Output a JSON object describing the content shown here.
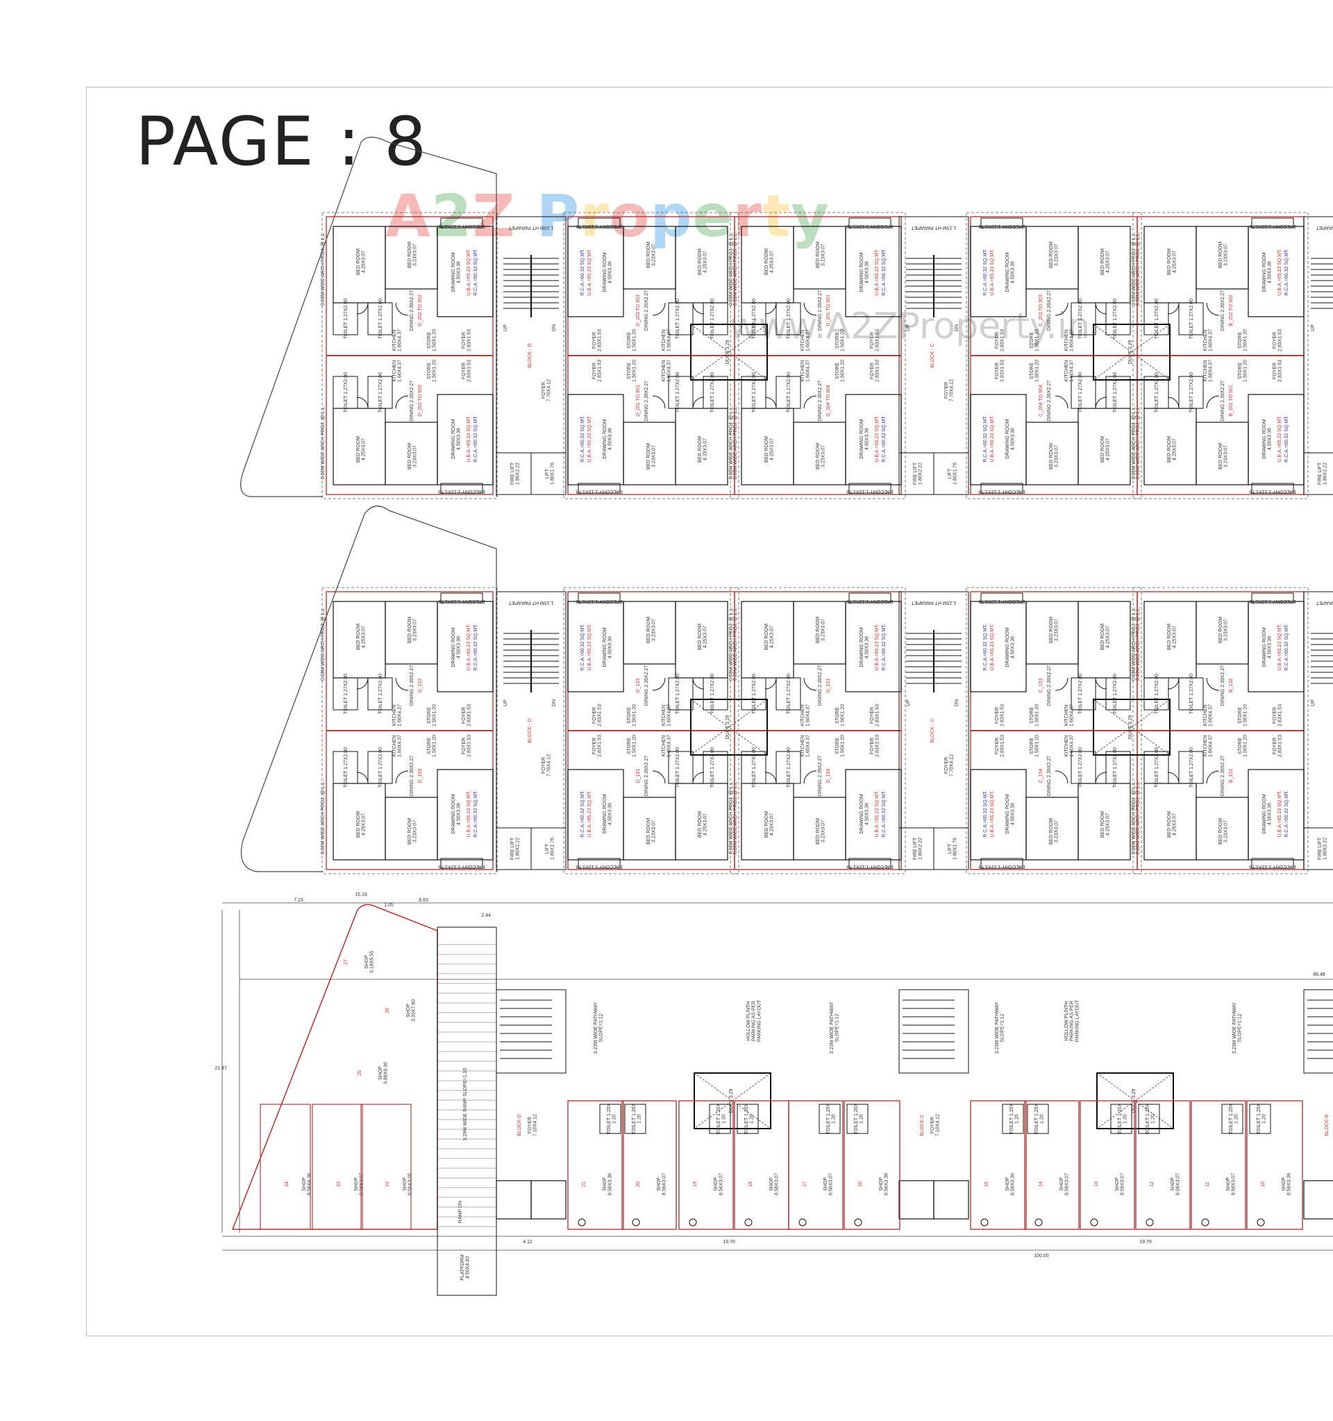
{
  "page_title": "PAGE : 8",
  "watermark": {
    "brand": "A2Z Property",
    "url": "www.A2ZProperty.in",
    "letters": [
      {
        "c": "A",
        "color": "#e53935"
      },
      {
        "c": "2",
        "color": "#43a047"
      },
      {
        "c": "Z",
        "color": "#e53935"
      },
      {
        "c": " ",
        "color": "#000"
      },
      {
        "c": "P",
        "color": "#1e88e5"
      },
      {
        "c": "r",
        "color": "#fbc02d"
      },
      {
        "c": "o",
        "color": "#e53935"
      },
      {
        "c": "p",
        "color": "#1e88e5"
      },
      {
        "c": "e",
        "color": "#43a047"
      },
      {
        "c": "r",
        "color": "#e53935"
      },
      {
        "c": "t",
        "color": "#fbc02d"
      },
      {
        "c": "y",
        "color": "#43a047"
      }
    ]
  },
  "colors": {
    "wall": "#111111",
    "red_line": "#b33a3a",
    "area_red": "#cc3333",
    "area_blue": "#3333aa"
  },
  "rooms": {
    "bed1": "BED ROOM 4.25X3.07",
    "bed2": "BED ROOM 3.23X3.07",
    "drawing": "DRAWING ROOM 4.50X3.36",
    "dining": "DINING 2.39X2.27",
    "kitchen": "KITCHEN 1.60X4.37",
    "store": "STORE 1.50X1.20",
    "toilet": "TOILET 1.27X2.00",
    "balcony": "BALCONY 1.12X1.78",
    "foyer": "FOYER 2.83X1.53",
    "uba": "U.B.A.=65.23 SQ.MT.",
    "rca": "R.C.A.=60.32 SQ.MT.",
    "arch": "0.60M WIDE ARCH PROJ. @ L.L.",
    "parapet": "1.15M HT PARAPET",
    "duct": "DUCT 3.29"
  },
  "core": {
    "block_d": "BLOCK - D",
    "block_c": "BLOCK - C",
    "foyer": "FOYER 7.70X4.12",
    "fire_lift": "FIRE LIFT 1.80X2.22",
    "lift": "LIFT 1.80X1.76",
    "up": "UP",
    "dn": "DN"
  },
  "upper_floor": {
    "flat_labels": [
      "D_202 TO 902",
      "D_203 TO 903",
      "D_201 TO 901",
      "D_204 TO 904",
      "C_203 TO 903",
      "C_204 TO 904",
      "B_202 TO 902",
      "B_201 TO 901"
    ]
  },
  "middle_floor": {
    "flat_labels": [
      "D_102",
      "D_103",
      "D_101",
      "D_104",
      "C_103",
      "C_104",
      "B_102",
      "B_101"
    ]
  },
  "ground_floor": {
    "pathway": "3.23M WIDE PATHWAY SLOPE=1:12",
    "parking": "HOLLOW PLINTH PARKING AS PER PARKING LAYOUT",
    "ramp": "3.29M WIDE RAMP SLOPE=1:10",
    "platform": "PLATFORM 4.50X4.40",
    "ramp_dn": "RAMP DN",
    "block_d": "BLOCK-D",
    "block_c": "BLOCK-C",
    "block_b": "BLOCK-B",
    "foyer": "FOYER 7.10X4.12",
    "shop_toilet": "TOILET 1.20X 1.20",
    "wedge_shops": [
      {
        "no": "27",
        "size": "SHOP 5.18X5.55"
      },
      {
        "no": "26",
        "size": "SHOP 3.33X7.60"
      },
      {
        "no": "25",
        "size": "SHOP 3.88X8.36"
      }
    ],
    "corner_shops": [
      {
        "no": "24",
        "size": "SHOP 8.56X4.36"
      },
      {
        "no": "23",
        "size": "SHOP 8.56X3.07"
      },
      {
        "no": "22",
        "size": "SHOP 8.56X3.05"
      }
    ],
    "shops": [
      {
        "no": "21",
        "size": "SHOP 8.56X3.36"
      },
      {
        "no": "20",
        "size": "SHOP 8.56X3.07"
      },
      {
        "no": "19",
        "size": "SHOP 8.56X3.07"
      },
      {
        "no": "18",
        "size": "SHOP 8.56X3.07"
      },
      {
        "no": "17",
        "size": "SHOP 8.56X3.07"
      },
      {
        "no": "16",
        "size": "SHOP 8.56X3.36"
      },
      {
        "no": "15",
        "size": "SHOP 8.56X3.36"
      },
      {
        "no": "14",
        "size": "SHOP 8.56X3.07"
      },
      {
        "no": "13",
        "size": "SHOP 8.56X3.07"
      },
      {
        "no": "12",
        "size": "SHOP 8.56X3.07"
      },
      {
        "no": "11",
        "size": "SHOP 8.56X3.07"
      },
      {
        "no": "10",
        "size": "SHOP 8.56X3.36"
      }
    ],
    "dims": [
      "15.18",
      "7.23",
      "6.83",
      "2.44",
      "19.70",
      "21.47",
      "19.70",
      "4.12",
      "100.00",
      "86.48",
      "1.05"
    ]
  }
}
